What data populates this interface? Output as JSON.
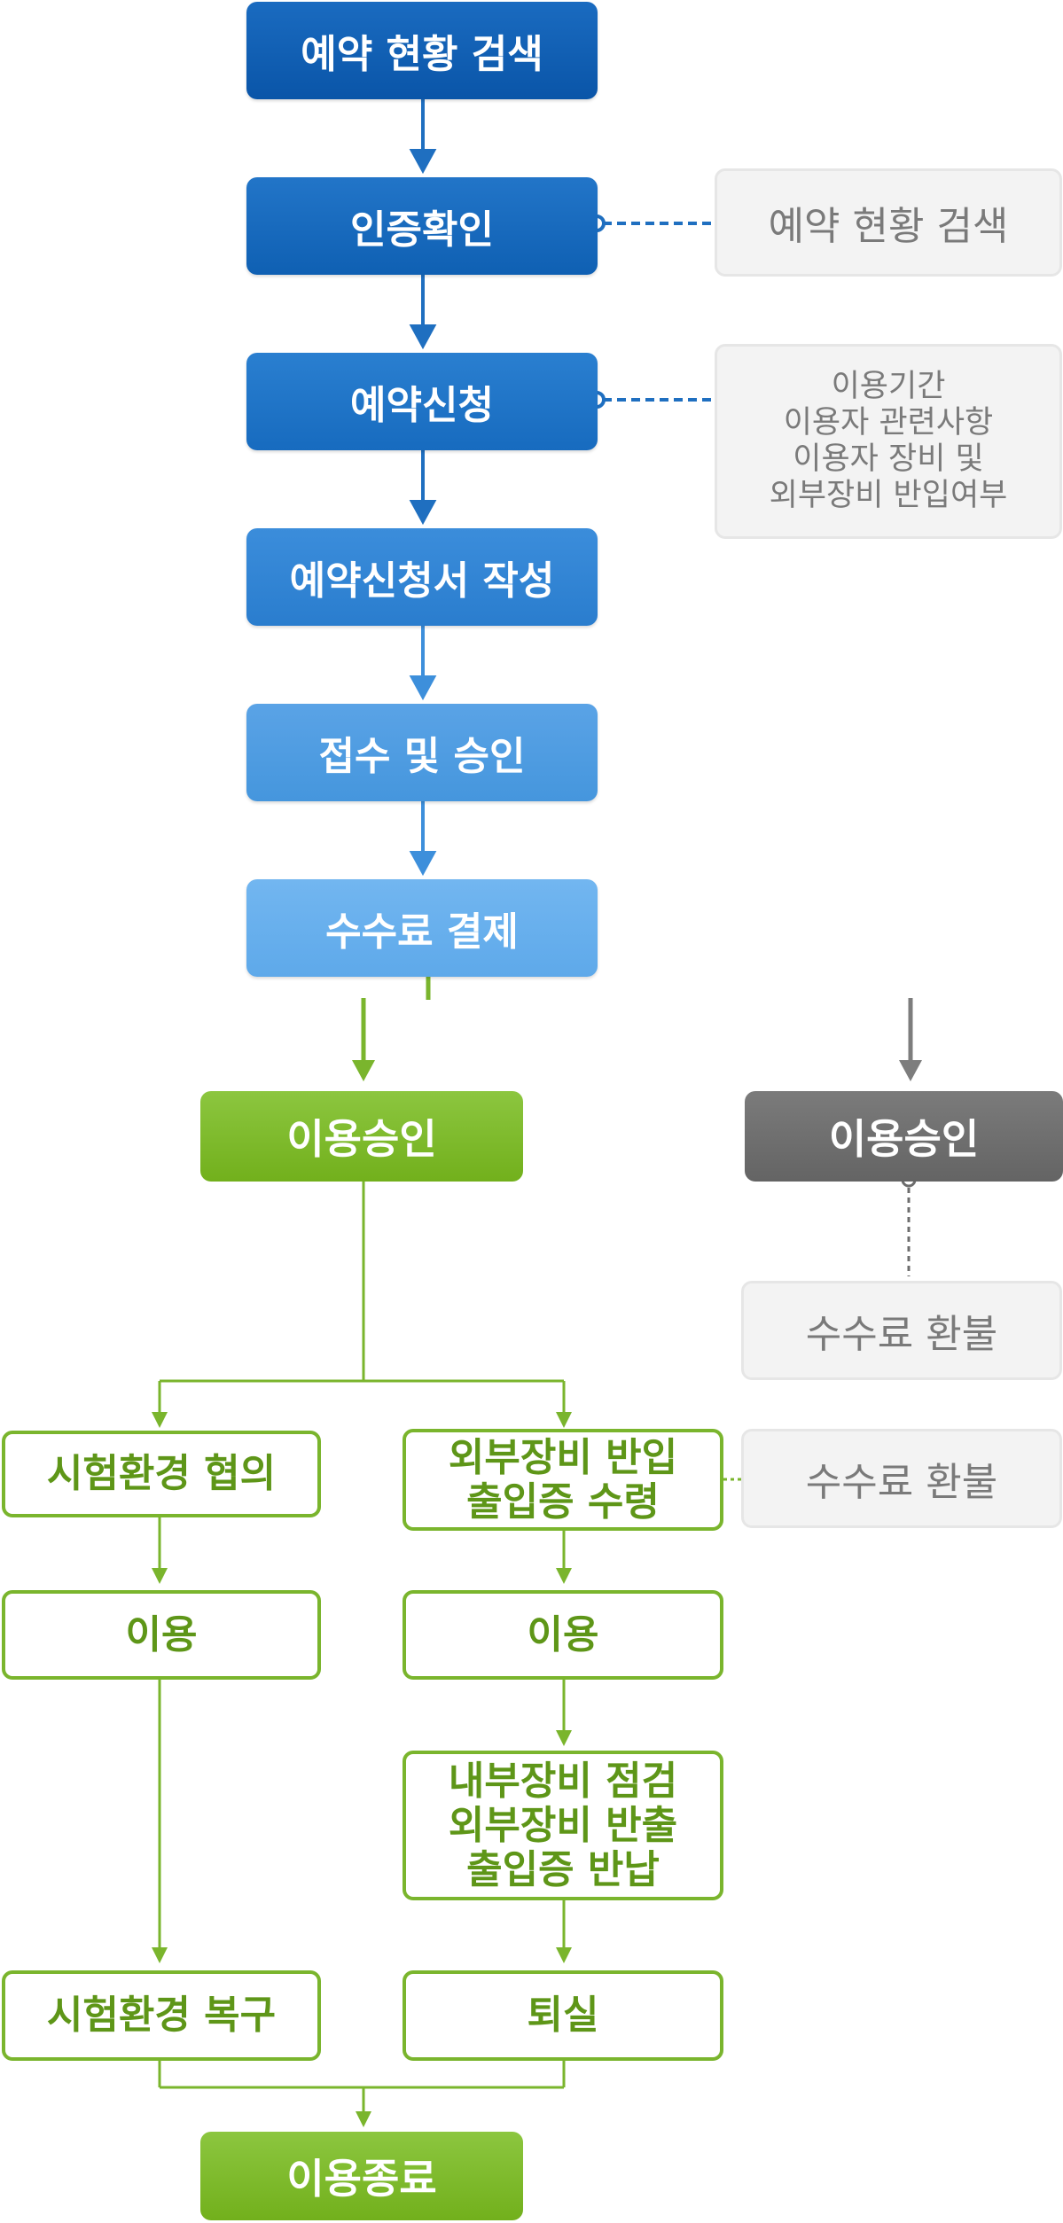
{
  "steps": {
    "search": "예약 현황 검색",
    "auth": "인증확인",
    "apply": "예약신청",
    "form": "예약신청서 작성",
    "receive": "접수 및 승인",
    "payment": "수수료 결제"
  },
  "notes": {
    "auth_note": "예약 현황 검색",
    "apply_note": [
      "이용기간",
      "이용자 관련사항",
      "이용자 장비 및",
      "외부장비 반입여부"
    ]
  },
  "branches": {
    "approve": "이용승인",
    "reject": "이용승인",
    "reject_refund": "수수료 환불"
  },
  "left_path": {
    "consult": "시험환경 협의",
    "use": "이용",
    "restore": "시험환경 복구"
  },
  "right_path": {
    "bring_in": [
      "외부장비 반입",
      "출입증 수령"
    ],
    "use": "이용",
    "check": [
      "내부장비 점검",
      "외부장비 반출",
      "출입증 반납"
    ],
    "exit": "퇴실",
    "refund_note": "수수료 환불"
  },
  "end": "이용종료",
  "colors": {
    "blue_dark": "#1565b8",
    "blue_light": "#6aaee9",
    "green": "#7ab52d",
    "gray": "#6d6d6d"
  }
}
